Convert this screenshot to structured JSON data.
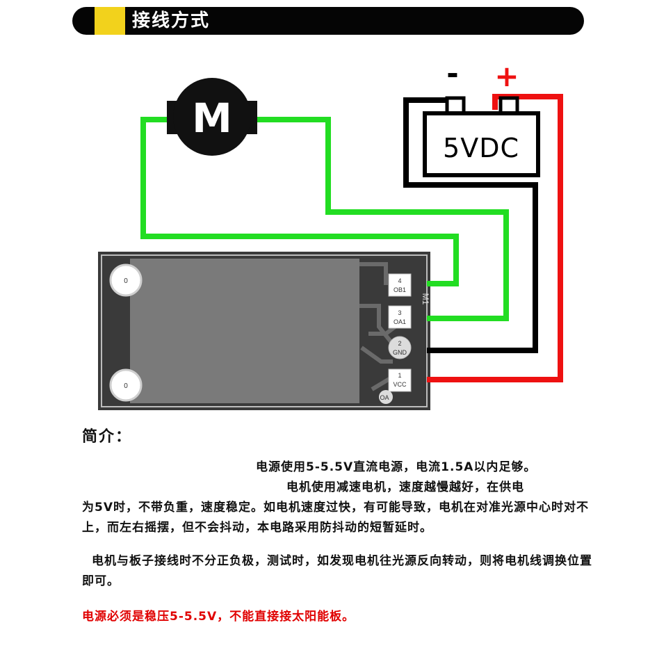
{
  "header": {
    "title": "接线方式"
  },
  "diagram": {
    "motor_label": "M",
    "battery_label": "5VDC",
    "battery_minus": "-",
    "battery_plus": "+",
    "mounting_hole_label": "0",
    "pin_labels": [
      {
        "num": "4",
        "name": "OB1"
      },
      {
        "num": "3",
        "name": "OA1"
      },
      {
        "num": "2",
        "name": "GND"
      },
      {
        "num": "1",
        "name": "VCC"
      }
    ],
    "board_side_text": "M1",
    "pad_label_bottom": "OA",
    "colors": {
      "motor_wire": "#22dd22",
      "positive_wire": "#ee1111",
      "ground_wire": "#000000"
    }
  },
  "intro": {
    "heading": "简介：",
    "line1": "电源使用5-5.5V直流电源，电流1.5A以内足够。",
    "line2": "电机使用减速电机，速度越慢越好，在供电",
    "para2": "为5V时，不带负重，速度稳定。如电机速度过快，有可能导致，电机在对准光源中心时对不上，而左右摇摆，但不会抖动，本电路采用防抖动的短暂延时。",
    "para3": "电机与板子接线时不分正负极，测试时，如发现电机往光源反向转动，则将电机线调换位置即可。",
    "warning": "电源必须是稳压5-5.5V，不能直接接太阳能板。"
  }
}
